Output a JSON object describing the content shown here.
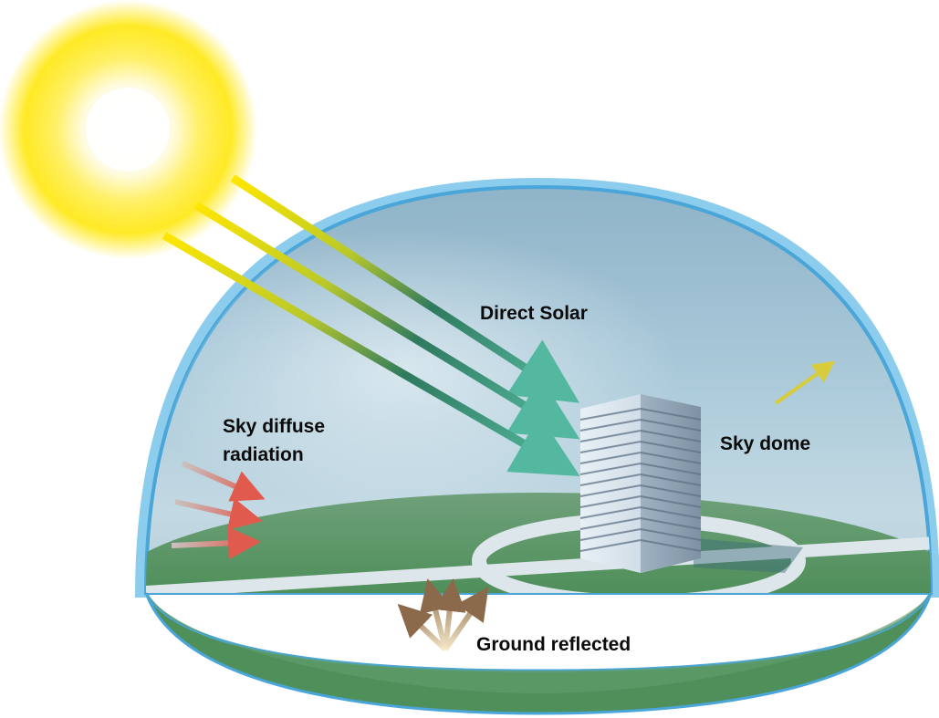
{
  "labels": {
    "direct_solar": "Direct Solar",
    "sky_diffuse_line1": "Sky diffuse",
    "sky_diffuse_line2": "radiation",
    "sky_dome": "Sky dome",
    "ground_reflected": "Ground reflected"
  },
  "colors": {
    "sun": "#ffe600",
    "dome_edge": "#4aa6d8",
    "ground": "#4f8f5a",
    "road": "#dde6ea",
    "solar_beam_start": "#ffe600",
    "solar_beam_end": "#54b8a0",
    "diffuse_arrow": "#e05a4e",
    "reflected_arrow": "#8a6a4a",
    "dome_arrow": "#d8cc3a"
  }
}
